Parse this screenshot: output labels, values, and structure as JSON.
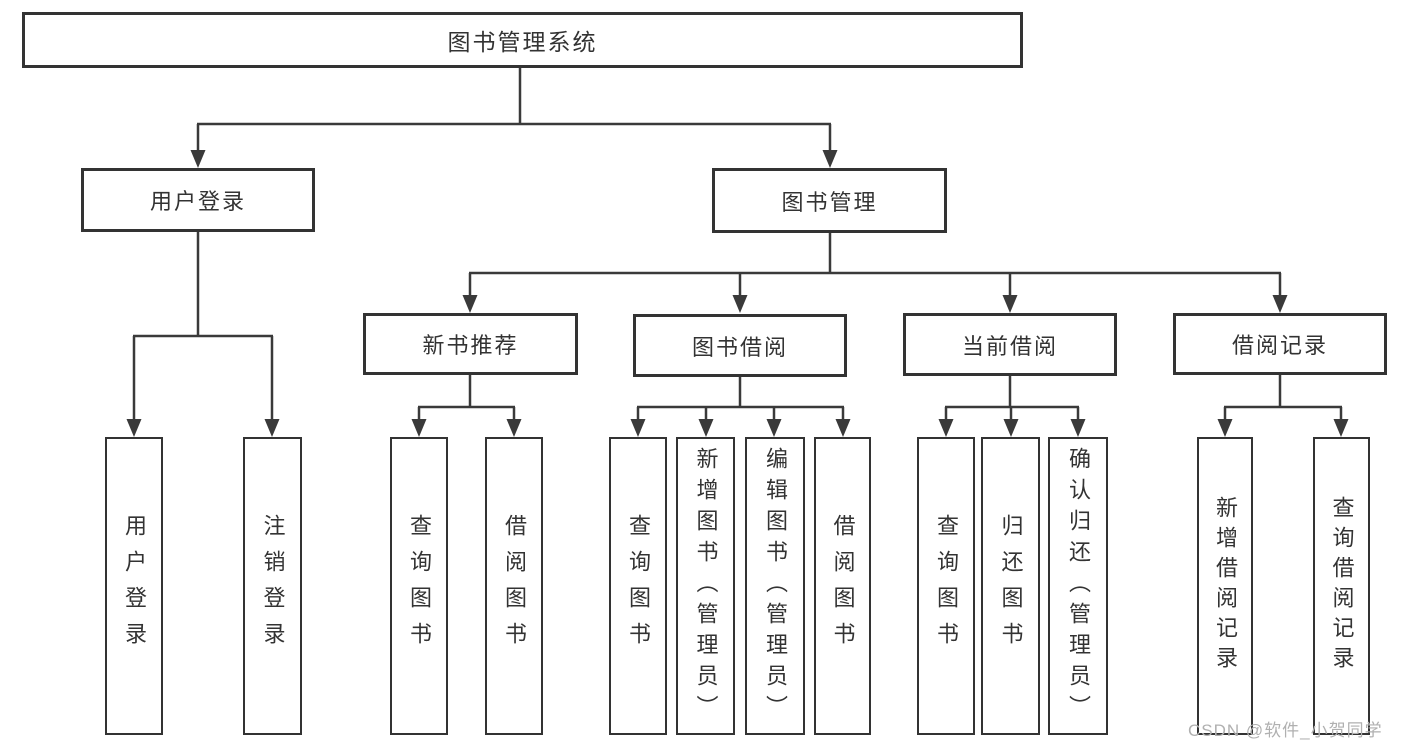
{
  "diagram_title": "图书管理系统",
  "watermark": "CSDN @软件_小贺同学",
  "colors": {
    "line": "#3a3a3a",
    "box_border": "#333333",
    "text": "#333333",
    "watermark": "#b0b0b0",
    "background": "#ffffff"
  },
  "nodes": {
    "root": "图书管理系统",
    "level2": {
      "userLogin": "用户登录",
      "bookManagement": "图书管理"
    },
    "level3": {
      "newBookRecommend": "新书推荐",
      "bookBorrowing": "图书借阅",
      "currentBorrowing": "当前借阅",
      "borrowingRecords": "借阅记录"
    },
    "leaves": {
      "userLogin": "用户登录",
      "logout": "注销登录",
      "queryBooksRecommend": "查询图书",
      "borrowBooksRecommend": "借阅图书",
      "queryBooksBorrowing": "查询图书",
      "addBooksAdmin": "新增图书（管理员）",
      "editBooksAdmin": "编辑图书（管理员）",
      "borrowBooksBorrowing": "借阅图书",
      "queryBooksCurrent": "查询图书",
      "returnBooks": "归还图书",
      "confirmReturnAdmin": "确认归还（管理员）",
      "addBorrowRecord": "新增借阅记录",
      "queryBorrowRecord": "查询借阅记录"
    }
  }
}
